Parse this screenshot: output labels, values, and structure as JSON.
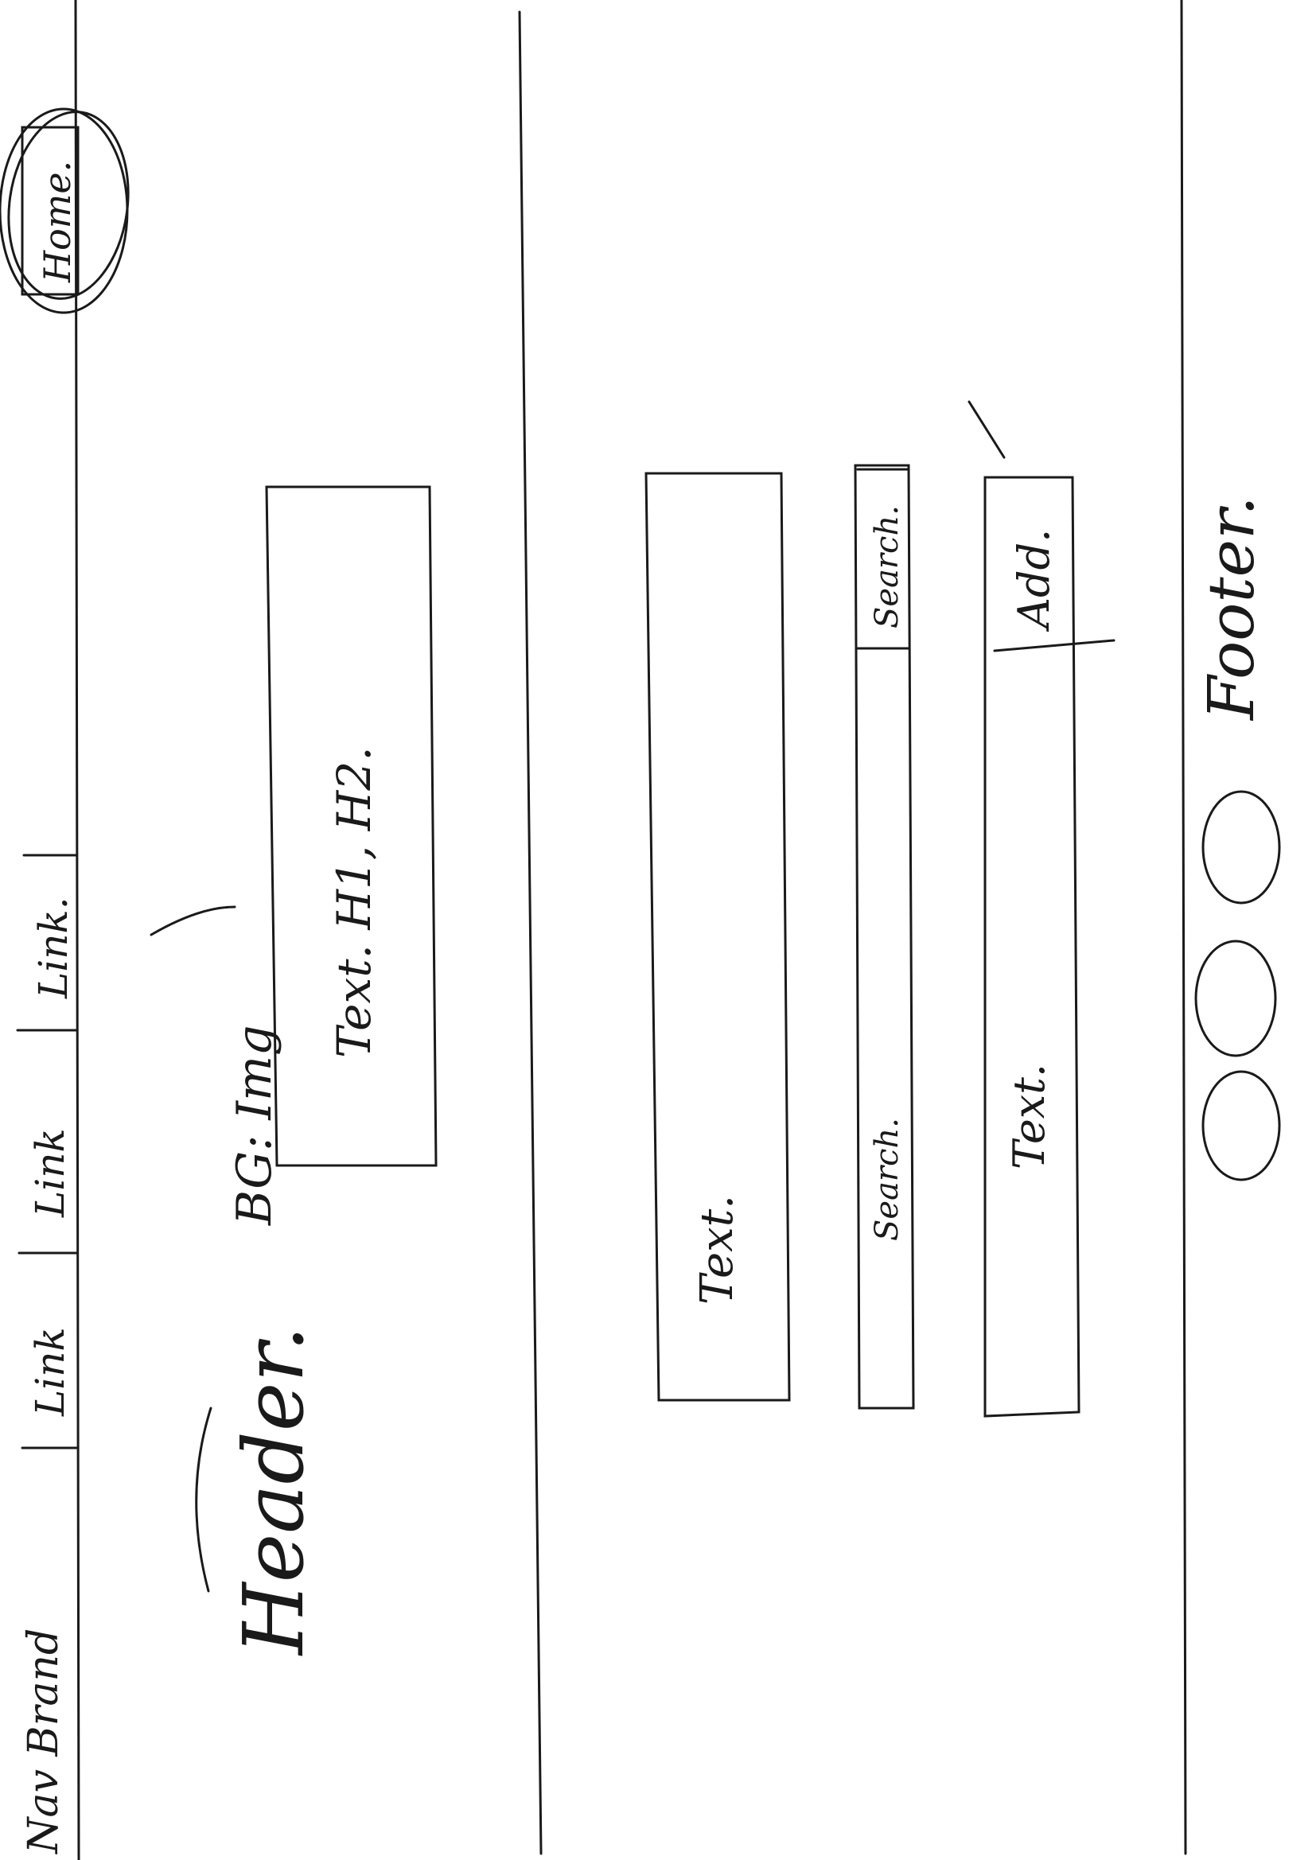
{
  "navbar": {
    "brand_label": "Nav Brand",
    "links": [
      "Link",
      "Link",
      "Link."
    ],
    "home_label": "Home."
  },
  "header": {
    "label": "Header.",
    "background_note": "BG: Img",
    "hero_text": "Text. H1, H2."
  },
  "main": {
    "text_block_label": "Text.",
    "search_bar": {
      "label": "Search.",
      "button_label": "Search."
    },
    "add_bar": {
      "label": "Text.",
      "button_label": "Add."
    }
  },
  "footer": {
    "label": "Footer.",
    "icon_count": 3
  }
}
